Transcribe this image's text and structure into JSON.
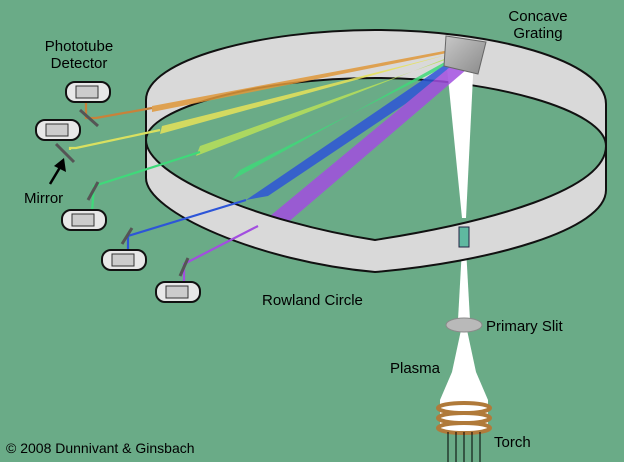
{
  "labels": {
    "grating": [
      "Concave",
      "Grating"
    ],
    "detector": [
      "Phototube",
      "Detector"
    ],
    "mirror": "Mirror",
    "rowland": "Rowland Circle",
    "slit": "Primary Slit",
    "plasma": "Plasma",
    "torch": "Torch",
    "copyright": "© 2008 Dunnivant & Ginsbach"
  },
  "colors": {
    "background": "#6aab87",
    "ring_face": "#d9d9d9",
    "ring_outline": "#111111",
    "beam": "#ffffff",
    "coil": "#b07a3a"
  },
  "spectrum": [
    {
      "name": "orange",
      "color": "#e0983a"
    },
    {
      "name": "yellow",
      "color": "#e6e35a"
    },
    {
      "name": "yellow-green",
      "color": "#b8e05a"
    },
    {
      "name": "green",
      "color": "#3fd97a"
    },
    {
      "name": "blue",
      "color": "#2d55d8"
    },
    {
      "name": "violet",
      "color": "#a24ee0"
    }
  ],
  "icons": [
    "phototube-icon",
    "mirror-icon",
    "torch-coil-icon",
    "slit-icon",
    "filter-icon"
  ]
}
